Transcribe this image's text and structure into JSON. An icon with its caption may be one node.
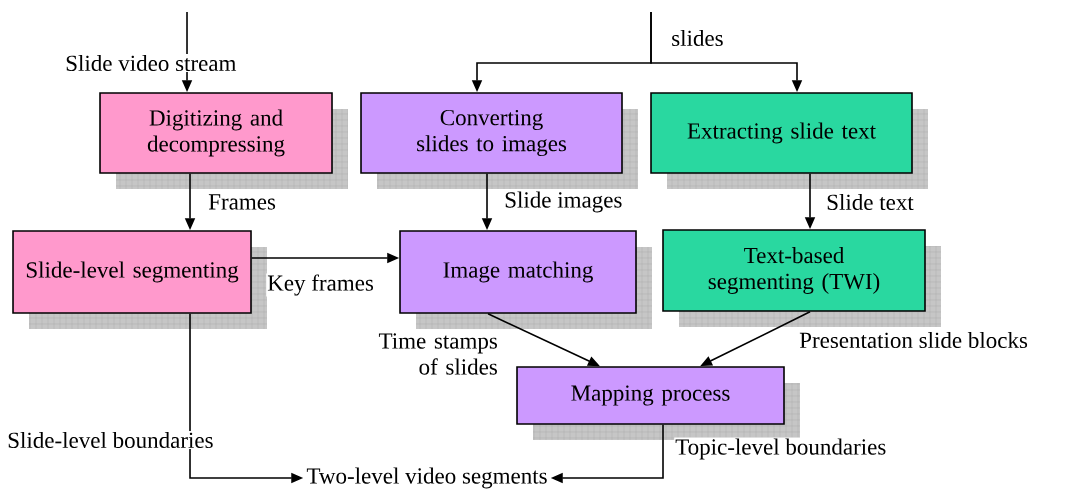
{
  "diagram": {
    "nodes": [
      {
        "text": [
          "Digitizing and decompressing"
        ]
      },
      {
        "text": [
          "Converting slides to images"
        ]
      },
      {
        "text": [
          "Extracting slide text"
        ]
      },
      {
        "text": [
          "Slide-level segmenting"
        ]
      },
      {
        "text": [
          "Image matching"
        ]
      },
      {
        "text": [
          "Text-based segmenting (TWI)"
        ]
      },
      {
        "text": [
          "Mapping process"
        ]
      },
      {
        "text": [
          "Two-level video segments"
        ]
      }
    ],
    "edges": [
      {
        "from": null,
        "to": 0,
        "arrow": "to",
        "label": "Slide video stream"
      },
      {
        "from": null,
        "to": 1,
        "arrow": "to",
        "label": "slides"
      },
      {
        "from": null,
        "to": 2,
        "arrow": "to"
      },
      {
        "from": 0,
        "to": 3,
        "arrow": "to",
        "label": "Frames"
      },
      {
        "from": 1,
        "to": 4,
        "arrow": "to",
        "label": "Slide images"
      },
      {
        "from": 2,
        "to": 5,
        "arrow": "to",
        "label": "Slide text"
      },
      {
        "from": 3,
        "to": 4,
        "arrow": "to",
        "label": "Key frames"
      },
      {
        "from": 4,
        "to": 6,
        "arrow": "to",
        "label": "Time stamps of slides"
      },
      {
        "from": 5,
        "to": 6,
        "arrow": "to",
        "label": "Presentation slide blocks"
      },
      {
        "from": 3,
        "to": 7,
        "arrow": "to",
        "label": "Slide-level boundaries"
      },
      {
        "from": 6,
        "to": 7,
        "arrow": "to",
        "label": "Topic-level boundaries"
      }
    ]
  }
}
